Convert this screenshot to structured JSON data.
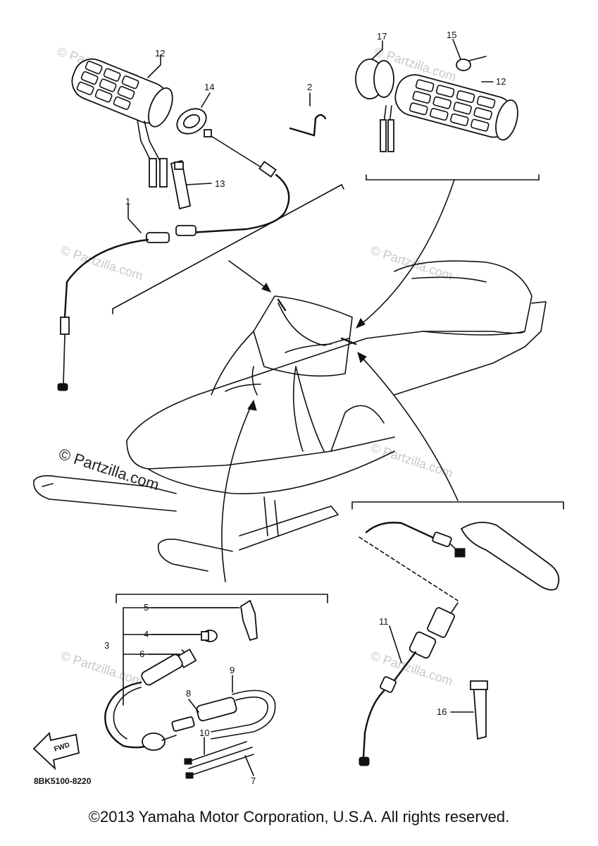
{
  "watermarks": {
    "primary": "© Partzilla.com",
    "faint": "© Partzilla.com"
  },
  "callouts": {
    "c1": "1",
    "c2": "2",
    "c3": "3",
    "c4": "4",
    "c5": "5",
    "c6": "6",
    "c7": "7",
    "c8": "8",
    "c9": "9",
    "c10": "10",
    "c11": "11",
    "c12a": "12",
    "c12b": "12",
    "c13": "13",
    "c14": "14",
    "c15": "15",
    "c16": "16",
    "c17": "17"
  },
  "fwd_label": "FWD",
  "diagram_code": "8BK5100-8220",
  "copyright": "©2013  Yamaha Motor Corporation, U.S.A. All rights reserved."
}
